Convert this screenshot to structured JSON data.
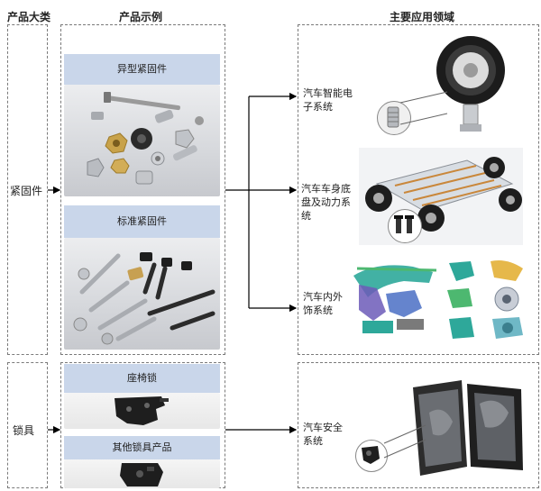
{
  "headers": {
    "category": "产品大类",
    "examples": "产品示例",
    "applications": "主要应用领域"
  },
  "categories": [
    {
      "label": "紧固件"
    },
    {
      "label": "锁具"
    }
  ],
  "examples": [
    {
      "label": "异型紧固件"
    },
    {
      "label": "标准紧固件"
    },
    {
      "label": "座椅锁"
    },
    {
      "label": "其他锁具产品"
    }
  ],
  "applications": [
    {
      "label": "汽车智能电子系统"
    },
    {
      "label": "汽车车身底盘及动力系统"
    },
    {
      "label": "汽车内外饰系统"
    },
    {
      "label": "汽车安全系统"
    }
  ],
  "colors": {
    "band": "#c9d6ea",
    "border": "#7a7a7a",
    "arrow": "#000000",
    "accent_teal": "#2ea89a",
    "accent_green": "#4db870"
  }
}
